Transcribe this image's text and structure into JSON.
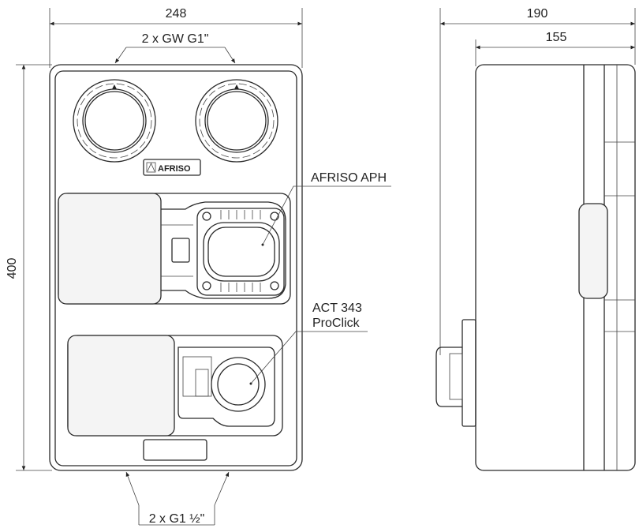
{
  "front_view": {
    "width_dimension": "248",
    "height_dimension": "400",
    "top_connections": "2 x GW G1\"",
    "bottom_connections": "2 x G1 ½\"",
    "logo": "AFRISO",
    "pump_label": "AFRISO APH",
    "actuator_label_line1": "ACT 343",
    "actuator_label_line2": "ProClick"
  },
  "side_view": {
    "total_depth_dimension": "190",
    "body_depth_dimension": "155"
  }
}
